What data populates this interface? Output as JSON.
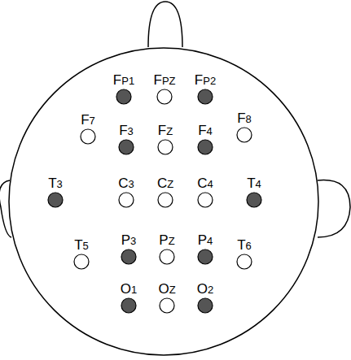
{
  "diagram": {
    "nodes": [
      {
        "text": [
          "FP1"
        ]
      },
      {
        "text": [
          "FPZ"
        ]
      },
      {
        "text": [
          "FP2"
        ]
      },
      {
        "text": [
          "F7"
        ]
      },
      {
        "text": [
          "F3"
        ]
      },
      {
        "text": [
          "FZ"
        ]
      },
      {
        "text": [
          "F4"
        ]
      },
      {
        "text": [
          "F8"
        ]
      },
      {
        "text": [
          "T3"
        ]
      },
      {
        "text": [
          "C3"
        ]
      },
      {
        "text": [
          "CZ"
        ]
      },
      {
        "text": [
          "C4"
        ]
      },
      {
        "text": [
          "T4"
        ]
      },
      {
        "text": [
          "T5"
        ]
      },
      {
        "text": [
          "P3"
        ]
      },
      {
        "text": [
          "PZ"
        ]
      },
      {
        "text": [
          "P4"
        ]
      },
      {
        "text": [
          "T6"
        ]
      },
      {
        "text": [
          "O1"
        ]
      },
      {
        "text": [
          "OZ"
        ]
      },
      {
        "text": [
          "O2"
        ]
      }
    ]
  }
}
